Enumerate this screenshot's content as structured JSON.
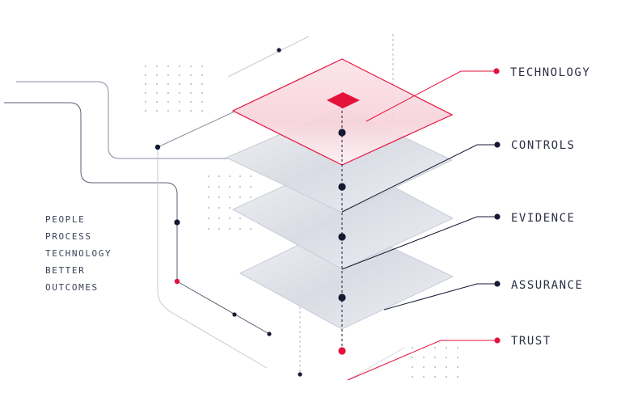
{
  "colors": {
    "accent": "#e5123d",
    "navy": "#141a33",
    "line": "#8a8fa0",
    "plane_fill": "#e6e8ee",
    "plane_edge": "#c9ccd6",
    "text": "#2b3043"
  },
  "left_words": [
    "PEOPLE",
    "PROCESS",
    "TECHNOLOGY",
    "BETTER",
    "OUTCOMES"
  ],
  "layers": [
    {
      "label": "TECHNOLOGY",
      "highlight": true
    },
    {
      "label": "CONTROLS",
      "highlight": false
    },
    {
      "label": "EVIDENCE",
      "highlight": false
    },
    {
      "label": "ASSURANCE",
      "highlight": false
    },
    {
      "label": "TRUST",
      "highlight": true
    }
  ]
}
